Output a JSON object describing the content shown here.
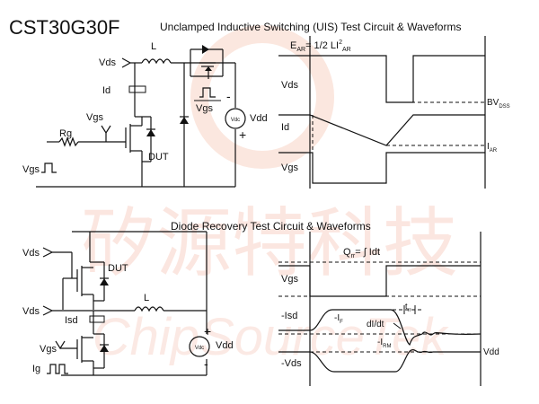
{
  "part_number": "CST30G30F",
  "top": {
    "title": "Unclamped Inductive Switching (UIS) Test Circuit & Waveforms",
    "circuit": {
      "vds": "Vds",
      "l": "L",
      "id": "Id",
      "vgs": "Vgs",
      "rg": "Rg",
      "vgs_source": "Vgs",
      "dut": "DUT",
      "vgs_pulse": "Vgs",
      "vdd": "Vdd",
      "vdc": "Vdc"
    },
    "waveform": {
      "energy_eq": "E",
      "energy_sub": "AR",
      "energy_rhs": "= 1/2 LI",
      "energy_sup": "2",
      "energy_sub2": "AR",
      "vds": "Vds",
      "id": "Id",
      "vgs": "Vgs",
      "bv": "BV",
      "bv_sub": "DSS",
      "iar": "I",
      "iar_sub": "AR"
    }
  },
  "bottom": {
    "title": "Diode Recovery Test Circuit & Waveforms",
    "circuit": {
      "vds_top": "Vds",
      "dut": "DUT",
      "vds_mid": "Vds",
      "isd": "Isd",
      "l": "L",
      "vgs": "Vgs",
      "ig": "Ig",
      "vdd": "Vdd",
      "vdc": "Vdc"
    },
    "waveform": {
      "qrr_lhs": "Q",
      "qrr_sub": "rr",
      "qrr_rhs": "= ∫ Idt",
      "vgs": "Vgs",
      "isd": "-Isd",
      "vds": "-Vds",
      "if": "-I",
      "if_sub": "F",
      "didt": "dI/dt",
      "irm": "-I",
      "irm_sub": "RM",
      "trr": "t",
      "trr_sub": "rr",
      "vdd": "Vdd"
    }
  },
  "watermark": {
    "chinese": "矽源特科技",
    "latin": "ChipSourceTek"
  }
}
